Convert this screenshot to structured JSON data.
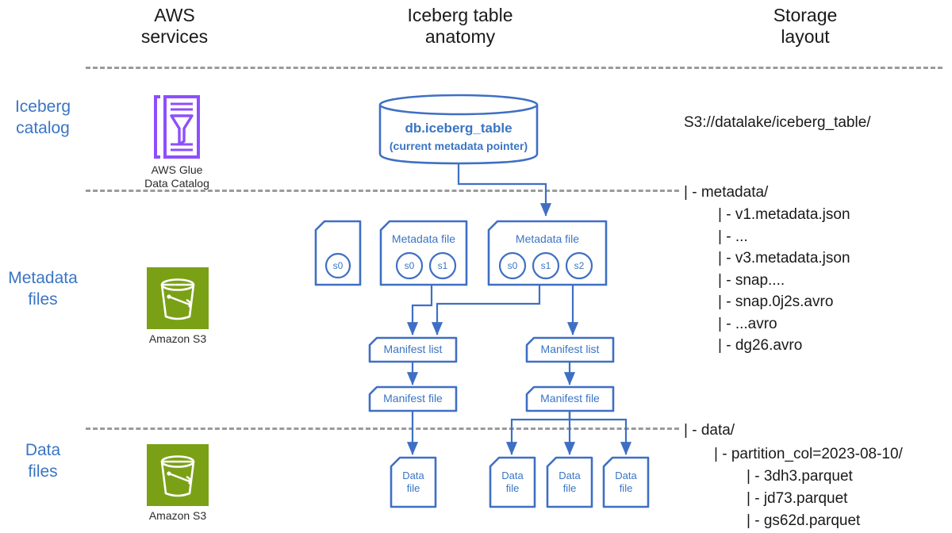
{
  "columns": {
    "left": {
      "line1": "AWS",
      "line2": "services"
    },
    "middle": {
      "line1": "Iceberg table",
      "line2": "anatomy"
    },
    "right": {
      "line1": "Storage",
      "line2": "layout"
    }
  },
  "rows": [
    {
      "line1": "Iceberg",
      "line2": "catalog"
    },
    {
      "line1": "Metadata",
      "line2": "files"
    },
    {
      "line1": "Data",
      "line2": "files"
    }
  ],
  "aws_services": [
    {
      "icon": "aws-glue-data-catalog-icon",
      "caption_line1": "AWS Glue",
      "caption_line2": "Data Catalog",
      "color": "#8c4fff"
    },
    {
      "icon": "amazon-s3-icon",
      "caption_line1": "Amazon S3",
      "caption_line2": "",
      "color": "#7aa116"
    },
    {
      "icon": "amazon-s3-icon",
      "caption_line1": "Amazon S3",
      "caption_line2": "",
      "color": "#7aa116"
    }
  ],
  "catalog": {
    "table_name": "db.iceberg_table",
    "pointer_note": "(current metadata pointer)"
  },
  "metadata_files": [
    {
      "title": "",
      "snapshots": [
        "s0"
      ]
    },
    {
      "title": "Metadata file",
      "snapshots": [
        "s0",
        "s1"
      ]
    },
    {
      "title": "Metadata file",
      "snapshots": [
        "s0",
        "s1",
        "s2"
      ]
    }
  ],
  "manifest_lists": [
    {
      "label": "Manifest list"
    },
    {
      "label": "Manifest list"
    }
  ],
  "manifest_files": [
    {
      "label": "Manifest file"
    },
    {
      "label": "Manifest file"
    }
  ],
  "data_files": [
    {
      "line1": "Data",
      "line2": "file"
    },
    {
      "line1": "Data",
      "line2": "file"
    },
    {
      "line1": "Data",
      "line2": "file"
    },
    {
      "line1": "Data",
      "line2": "file"
    }
  ],
  "storage_layout": {
    "root": "S3://datalake/iceberg_table/",
    "metadata_dir": "| - metadata/",
    "metadata_entries": [
      "| - v1.metadata.json",
      "| - ...",
      "| - v3.metadata.json",
      "| - snap....",
      "| - snap.0j2s.avro",
      "| - ...avro",
      "| - dg26.avro"
    ],
    "data_dir": "| - data/",
    "data_partition": "| - partition_col=2023-08-10/",
    "data_entries": [
      "| - 3dh3.parquet",
      "| - jd73.parquet",
      "| - gs62d.parquet"
    ]
  },
  "colors": {
    "accent_blue": "#3a75c4",
    "stroke_blue": "#3f6fc4",
    "divider_gray": "#9a9a9a",
    "glue_purple": "#8c4fff",
    "s3_green": "#7aa116",
    "text_dark": "#1a1a1a"
  }
}
